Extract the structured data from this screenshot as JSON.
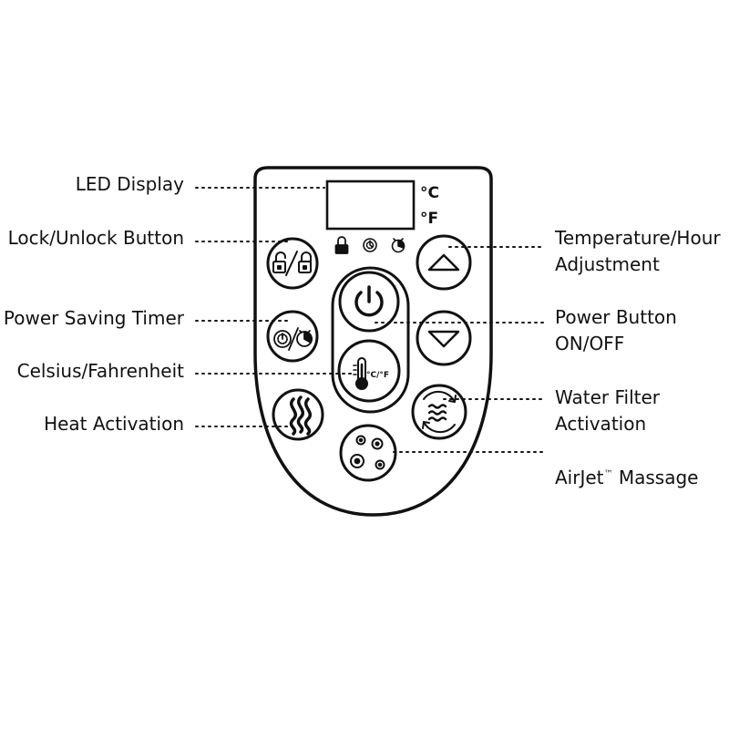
{
  "units": {
    "celsius": "°C",
    "fahrenheit": "°F"
  },
  "thermo_button_text": "°C/°F",
  "labels": {
    "led_display": "LED Display",
    "lock_unlock": "Lock/Unlock Button",
    "power_saving_timer": "Power Saving Timer",
    "celsius_fahrenheit": "Celsius/Fahrenheit",
    "heat_activation": "Heat Activation",
    "temp_hour_line1": "Temperature/Hour",
    "temp_hour_line2": "Adjustment",
    "power_line1": "Power Button",
    "power_line2": "ON/OFF",
    "filter_line1": "Water Filter",
    "filter_line2": "Activation",
    "airjet_name": "AirJet",
    "airjet_tm": "™",
    "airjet_rest": " Massage"
  },
  "icons": [
    "lock-indicator-icon",
    "timer-indicator-icon",
    "clock-indicator-icon",
    "lock-unlock-icon",
    "power-icon",
    "power-saving-timer-icon",
    "thermometer-icon",
    "up-arrow-icon",
    "down-arrow-icon",
    "heat-waves-icon",
    "water-filter-icon",
    "airjet-bubbles-icon"
  ]
}
